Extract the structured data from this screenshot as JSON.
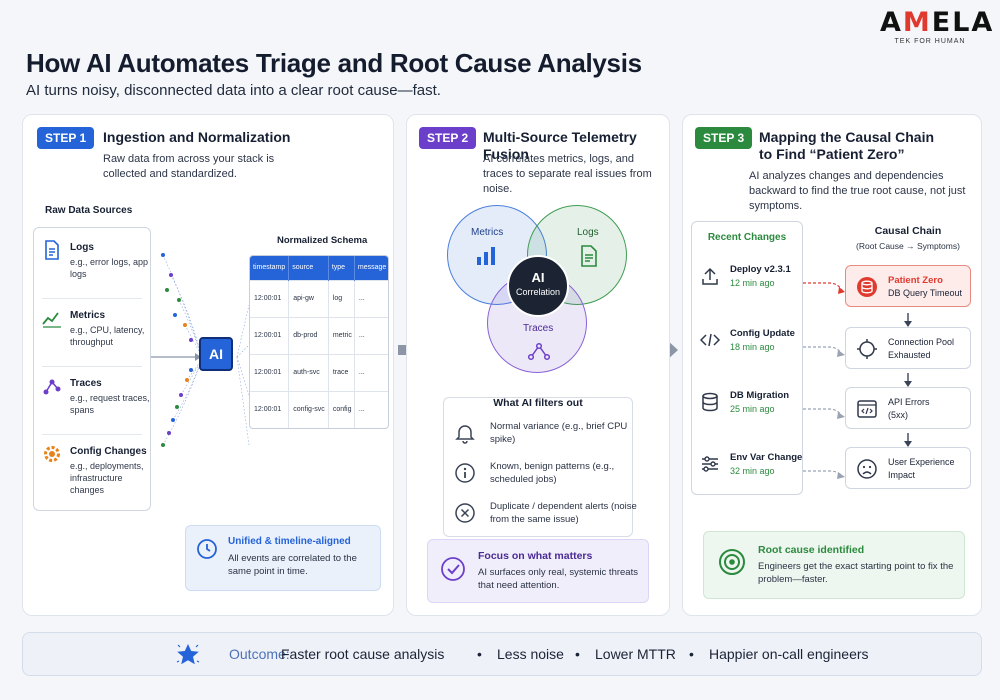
{
  "logo": {
    "brand_prefix": "A",
    "brand_mark": "M",
    "brand_suffix": "ELA",
    "tagline": "TEK FOR HUMAN"
  },
  "title": "How AI Automates Triage and Root Cause Analysis",
  "subtitle": "AI turns noisy, disconnected data into a clear root cause—fast.",
  "colors": {
    "step1": "#2563d8",
    "step2": "#6b3fc9",
    "step3": "#2b8a3e",
    "root": "#e03a2f"
  },
  "step1": {
    "badge": "STEP 1",
    "title": "Ingestion and Normalization",
    "desc": "Raw data from across your stack is collected and standardized.",
    "sources_title": "Raw Data Sources",
    "sources": [
      {
        "icon": "document-icon",
        "name": "Logs",
        "desc": "e.g., error logs, app logs"
      },
      {
        "icon": "line-chart-icon",
        "name": "Metrics",
        "desc": "e.g., CPU, latency, throughput"
      },
      {
        "icon": "trace-icon",
        "name": "Traces",
        "desc": "e.g., request traces, spans"
      },
      {
        "icon": "gear-icon",
        "name": "Config Changes",
        "desc": "e.g., deployments, infrastructure changes"
      }
    ],
    "ai_label": "AI",
    "schema_title": "Normalized Schema",
    "schema_headers": [
      "timestamp",
      "source",
      "type",
      "message"
    ],
    "schema_rows": [
      [
        "12:00:01",
        "api-gw",
        "log",
        "..."
      ],
      [
        "12:00:01",
        "db-prod",
        "metric",
        "..."
      ],
      [
        "12:00:01",
        "auth-svc",
        "trace",
        "..."
      ],
      [
        "12:00:01",
        "config-svc",
        "config",
        "..."
      ]
    ],
    "info_title": "Unified & timeline-aligned",
    "info_desc": "All events are correlated to the same point in time."
  },
  "step2": {
    "badge": "STEP 2",
    "title": "Multi-Source Telemetry Fusion",
    "desc": "AI correlates metrics, logs, and traces to separate real issues from noise.",
    "venn": {
      "metrics": "Metrics",
      "logs": "Logs",
      "traces": "Traces",
      "center_title": "AI",
      "center_sub": "Correlation"
    },
    "filters_title": "What AI filters out",
    "filters": [
      {
        "icon": "bell-icon",
        "text": "Normal variance (e.g., brief CPU spike)"
      },
      {
        "icon": "info-icon",
        "text": "Known, benign patterns (e.g., scheduled jobs)"
      },
      {
        "icon": "x-circle-icon",
        "text": "Duplicate / dependent alerts (noise from the same issue)"
      }
    ],
    "focus_title": "Focus on what matters",
    "focus_desc": "AI surfaces only real, systemic threats that need attention."
  },
  "step3": {
    "badge": "STEP 3",
    "title_line1": "Mapping the Causal Chain",
    "title_line2": "to Find “Patient Zero”",
    "desc": "AI analyzes changes and dependencies backward to find the true root cause, not just symptoms.",
    "changes_title": "Recent Changes",
    "changes": [
      {
        "icon": "upload-icon",
        "name": "Deploy v2.3.1",
        "time": "12 min ago"
      },
      {
        "icon": "code-icon",
        "name": "Config Update",
        "time": "18 min ago"
      },
      {
        "icon": "database-icon",
        "name": "DB Migration",
        "time": "25 min ago"
      },
      {
        "icon": "sliders-icon",
        "name": "Env Var Change",
        "time": "32 min ago"
      }
    ],
    "chain_title": "Causal Chain",
    "chain_sub": "(Root Cause → Symptoms)",
    "chain": [
      {
        "icon": "database-icon",
        "line1": "Patient Zero",
        "line2": "DB Query Timeout"
      },
      {
        "icon": "pool-icon",
        "line1": "Connection Pool",
        "line2": "Exhausted"
      },
      {
        "icon": "browser-code-icon",
        "line1": "API Errors",
        "line2": "(5xx)"
      },
      {
        "icon": "sad-face-icon",
        "line1": "User Experience",
        "line2": "Impact"
      }
    ],
    "root_title": "Root cause identified",
    "root_desc": "Engineers get the exact starting point to fix the problem—faster."
  },
  "outcome": {
    "label": "Outcome:",
    "items": [
      "Faster root cause analysis",
      "Less noise",
      "Lower MTTR",
      "Happier on-call engineers"
    ]
  }
}
